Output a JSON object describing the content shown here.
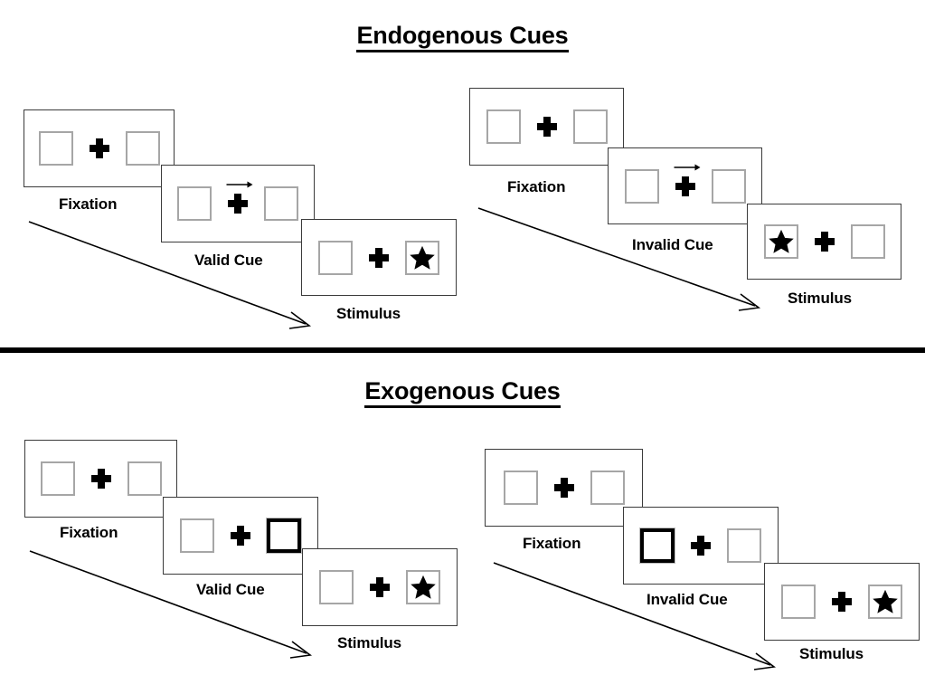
{
  "sections": [
    {
      "id": "endogenous",
      "title": "Endogenous Cues",
      "conditions": [
        {
          "id": "endogenous-valid",
          "stages": [
            {
              "label": "Fixation",
              "left_box": "empty",
              "right_box": "empty",
              "cue": "none"
            },
            {
              "label": "Valid Cue",
              "left_box": "empty",
              "right_box": "empty",
              "cue": "arrow-right"
            },
            {
              "label": "Stimulus",
              "left_box": "empty",
              "right_box": "star",
              "cue": "none"
            }
          ]
        },
        {
          "id": "endogenous-invalid",
          "stages": [
            {
              "label": "Fixation",
              "left_box": "empty",
              "right_box": "empty",
              "cue": "none"
            },
            {
              "label": "Invalid Cue",
              "left_box": "empty",
              "right_box": "empty",
              "cue": "arrow-right"
            },
            {
              "label": "Stimulus",
              "left_box": "star",
              "right_box": "empty",
              "cue": "none"
            }
          ]
        }
      ]
    },
    {
      "id": "exogenous",
      "title": "Exogenous Cues",
      "conditions": [
        {
          "id": "exogenous-valid",
          "stages": [
            {
              "label": "Fixation",
              "left_box": "empty",
              "right_box": "empty",
              "cue": "none"
            },
            {
              "label": "Valid Cue",
              "left_box": "empty",
              "right_box": "cued",
              "cue": "none"
            },
            {
              "label": "Stimulus",
              "left_box": "empty",
              "right_box": "star",
              "cue": "none"
            }
          ]
        },
        {
          "id": "exogenous-invalid",
          "stages": [
            {
              "label": "Fixation",
              "left_box": "empty",
              "right_box": "empty",
              "cue": "none"
            },
            {
              "label": "Invalid Cue",
              "left_box": "cued",
              "right_box": "empty",
              "cue": "none"
            },
            {
              "label": "Stimulus",
              "left_box": "empty",
              "right_box": "star",
              "cue": "none"
            }
          ]
        }
      ]
    }
  ],
  "icons": {
    "star": "star-icon",
    "plus": "fixation-cross-icon",
    "arrow_cue": "arrow-right-cue-icon",
    "flow_arrow": "time-flow-arrow-icon"
  },
  "colors": {
    "ink": "#000000",
    "frame_border": "#3b3b3b",
    "box_border": "#a6a6a6",
    "cued_box_border": "#000000",
    "background": "#ffffff"
  }
}
